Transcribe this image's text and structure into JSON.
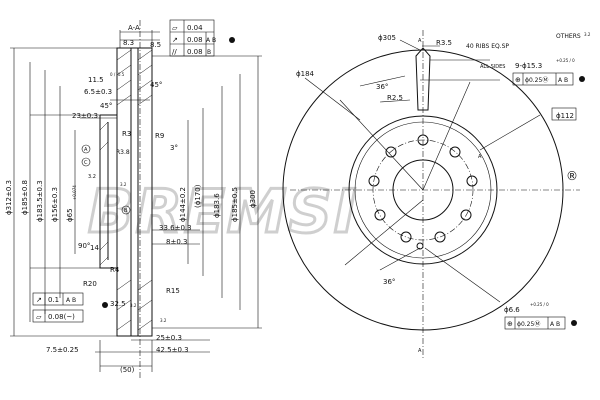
{
  "watermark": {
    "text": "BREMSI",
    "registered": "®"
  },
  "section_view": {
    "label": "A-A",
    "dims": {
      "d312": "ϕ312±0.3",
      "d185": "ϕ185±0.8",
      "d183": "ϕ183.5±0.3",
      "d156": "ϕ156±0.3",
      "d65": "ϕ65",
      "d65_tol": "+0.074",
      "d144": "ϕ144±0.2",
      "d170": "(ϕ170)",
      "d183_6": "ϕ183.6",
      "d185_5": "ϕ185±0.5",
      "d300": "ϕ300",
      "w8_3": "8.3",
      "w8_5": "8.5",
      "r11_5": "11.5",
      "r11_5_tol": "0 / -0.5",
      "r6_5": "6.5±0.3",
      "ang45a": "45°",
      "ang45b": "45°",
      "d23": "23±0.3",
      "r3": "R3",
      "r9": "R9",
      "r3_8": "R3.8",
      "r3_2": "3.2",
      "ang3": "3°",
      "d33_6": "33.6±0.3",
      "d8": "8±0.3",
      "ang90": "90°",
      "d14": "14",
      "r4": "R4",
      "r20": "R20",
      "r15": "R15",
      "d32_5": "32.5",
      "d25": "25±0.3",
      "d42_5": "42.5±0.3",
      "d7_5": "7.5±0.25",
      "d50": "(50)",
      "circle_a": "A",
      "circle_b": "B",
      "circle_c": "C",
      "tol_32": "3.2",
      "tol_32b": "3.2",
      "tol_32c": "3.2"
    },
    "fcf_top": [
      {
        "symbol": "▱",
        "value": "0.04",
        "ref": ""
      },
      {
        "symbol": "↗",
        "value": "0.08",
        "ref": "A B"
      },
      {
        "symbol": "//",
        "value": "0.08",
        "ref": "B"
      }
    ],
    "fcf_bottom": [
      {
        "symbol": "↗",
        "value": "0.1",
        "ref": "A B"
      },
      {
        "symbol": "▱",
        "value": "0.08(~)",
        "ref": ""
      }
    ]
  },
  "front_view": {
    "labels": {
      "d305": "ϕ305",
      "r3_5": "R3.5",
      "ribs": "40 RIBS EQ.SP",
      "all_sides": "ALL SIDES",
      "others": "OTHERS",
      "others_tol": "3.2",
      "d184": "ϕ184",
      "ang36a": "36°",
      "r2_5": "R2.5",
      "holes": "9-ϕ15.3",
      "holes_tol": "+0.25 / 0",
      "d112": "ϕ112",
      "ang36b": "36°",
      "d6_6": "ϕ6.6",
      "d6_6_tol": "+0.25 / 0",
      "sec_a_top": "A",
      "sec_a_bot": "A",
      "a_mark": "A"
    },
    "fcf_holes": {
      "symbol": "⊕",
      "value": "ϕ0.25Ⓜ",
      "ref": "A B"
    },
    "fcf_pin": {
      "symbol": "⊕",
      "value": "ϕ0.25Ⓜ",
      "ref": "A B"
    }
  }
}
